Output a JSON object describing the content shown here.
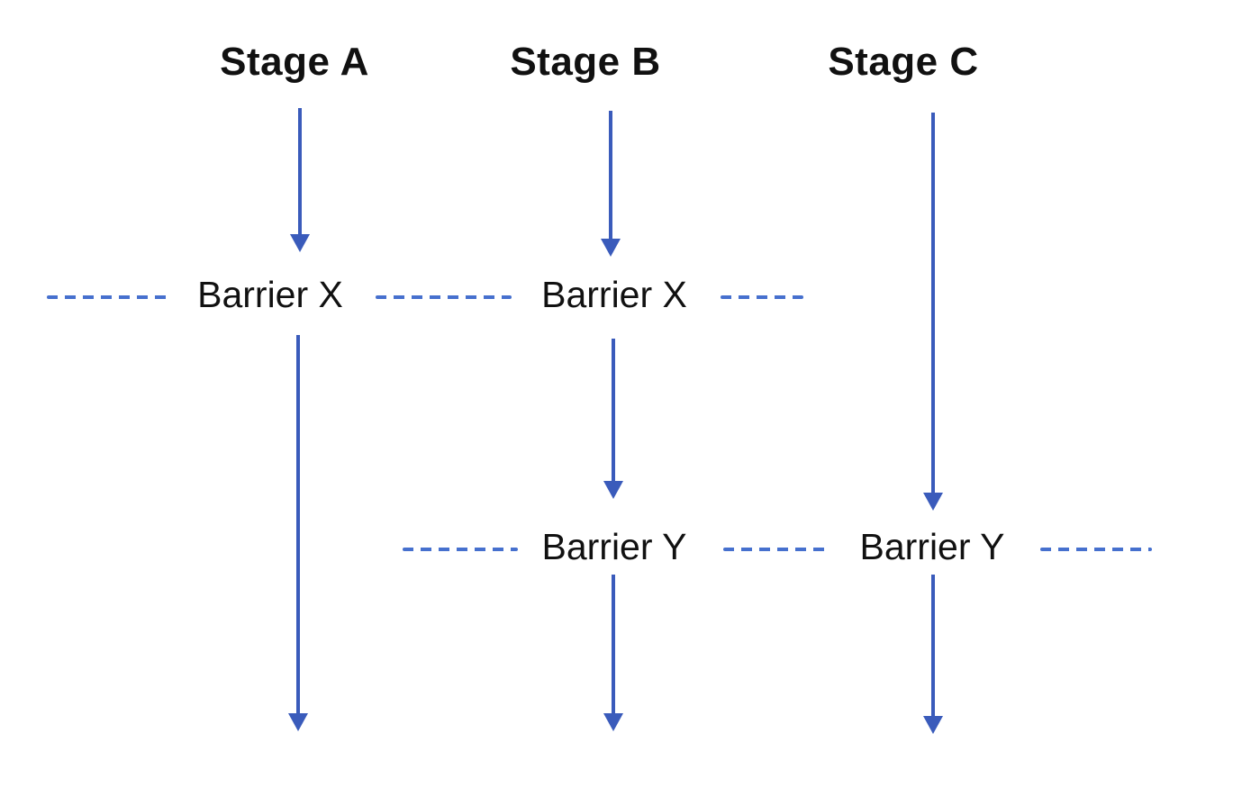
{
  "diagram": {
    "type": "pipeline-barrier-diagram",
    "stages": [
      {
        "id": "stage-a",
        "label": "Stage A"
      },
      {
        "id": "stage-b",
        "label": "Stage B"
      },
      {
        "id": "stage-c",
        "label": "Stage C"
      }
    ],
    "barriers": [
      {
        "id": "barrier-x-under-stage-a",
        "label": "Barrier X",
        "row": "X"
      },
      {
        "id": "barrier-x-under-stage-b",
        "label": "Barrier X",
        "row": "X"
      },
      {
        "id": "barrier-y-under-stage-b",
        "label": "Barrier Y",
        "row": "Y"
      },
      {
        "id": "barrier-y-under-stage-c",
        "label": "Barrier Y",
        "row": "Y"
      }
    ],
    "icons": {
      "flow_arrow": "arrow-down-icon",
      "barrier_line": "dashed-horizontal-line"
    },
    "colors": {
      "arrow": "#3A5BBB",
      "dash": "#4670CE",
      "text": "#111111",
      "background": "#FFFFFF"
    }
  }
}
